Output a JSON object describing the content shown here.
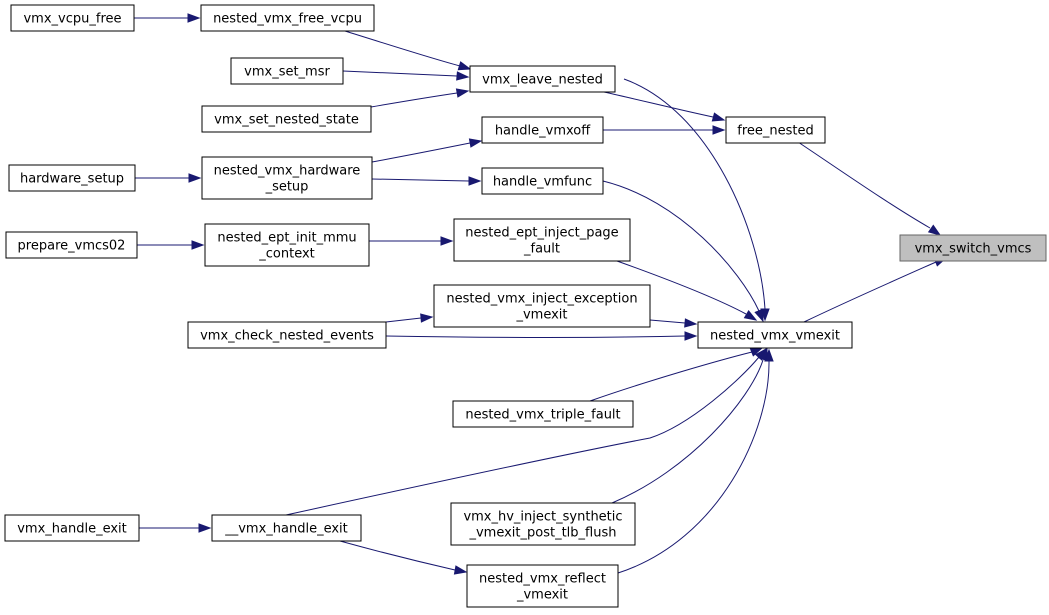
{
  "graph": {
    "colors": {
      "edge": "#191970",
      "root_fill": "#bfbfbf",
      "root_border": "#666666"
    },
    "nodes": {
      "vmx_switch_vmcs": [
        "vmx_switch_vmcs"
      ],
      "free_nested": [
        "free_nested"
      ],
      "nested_vmx_vmexit": [
        "nested_vmx_vmexit"
      ],
      "vmx_leave_nested": [
        "vmx_leave_nested"
      ],
      "handle_vmxoff": [
        "handle_vmxoff"
      ],
      "handle_vmfunc": [
        "handle_vmfunc"
      ],
      "nested_ept_inject_page_fault": [
        "nested_ept_inject_page",
        "_fault"
      ],
      "nested_vmx_inject_exception_vmexit": [
        "nested_vmx_inject_exception",
        "_vmexit"
      ],
      "vmx_check_nested_events": [
        "vmx_check_nested_events"
      ],
      "nested_vmx_triple_fault": [
        "nested_vmx_triple_fault"
      ],
      "__vmx_handle_exit": [
        "__vmx_handle_exit"
      ],
      "vmx_hv_inject_synthetic_vmexit_post_tlb_flush": [
        "vmx_hv_inject_synthetic",
        "_vmexit_post_tlb_flush"
      ],
      "nested_vmx_reflect_vmexit": [
        "nested_vmx_reflect",
        "_vmexit"
      ],
      "nested_vmx_free_vcpu": [
        "nested_vmx_free_vcpu"
      ],
      "vmx_set_msr": [
        "vmx_set_msr"
      ],
      "vmx_set_nested_state": [
        "vmx_set_nested_state"
      ],
      "nested_vmx_hardware_setup": [
        "nested_vmx_hardware",
        "_setup"
      ],
      "nested_ept_init_mmu_context": [
        "nested_ept_init_mmu",
        "_context"
      ],
      "vmx_vcpu_free": [
        "vmx_vcpu_free"
      ],
      "hardware_setup": [
        "hardware_setup"
      ],
      "prepare_vmcs02": [
        "prepare_vmcs02"
      ],
      "vmx_handle_exit": [
        "vmx_handle_exit"
      ]
    },
    "root": "vmx_switch_vmcs",
    "edges": [
      [
        "free_nested",
        "vmx_switch_vmcs"
      ],
      [
        "nested_vmx_vmexit",
        "vmx_switch_vmcs"
      ],
      [
        "vmx_leave_nested",
        "free_nested"
      ],
      [
        "handle_vmxoff",
        "free_nested"
      ],
      [
        "vmx_leave_nested",
        "nested_vmx_vmexit"
      ],
      [
        "handle_vmfunc",
        "nested_vmx_vmexit"
      ],
      [
        "nested_ept_inject_page_fault",
        "nested_vmx_vmexit"
      ],
      [
        "nested_vmx_inject_exception_vmexit",
        "nested_vmx_vmexit"
      ],
      [
        "vmx_check_nested_events",
        "nested_vmx_vmexit"
      ],
      [
        "nested_vmx_triple_fault",
        "nested_vmx_vmexit"
      ],
      [
        "__vmx_handle_exit",
        "nested_vmx_vmexit"
      ],
      [
        "vmx_hv_inject_synthetic_vmexit_post_tlb_flush",
        "nested_vmx_vmexit"
      ],
      [
        "nested_vmx_reflect_vmexit",
        "nested_vmx_vmexit"
      ],
      [
        "nested_vmx_free_vcpu",
        "vmx_leave_nested"
      ],
      [
        "vmx_set_msr",
        "vmx_leave_nested"
      ],
      [
        "vmx_set_nested_state",
        "vmx_leave_nested"
      ],
      [
        "nested_vmx_hardware_setup",
        "handle_vmxoff"
      ],
      [
        "nested_vmx_hardware_setup",
        "handle_vmfunc"
      ],
      [
        "nested_ept_init_mmu_context",
        "nested_ept_inject_page_fault"
      ],
      [
        "vmx_check_nested_events",
        "nested_vmx_inject_exception_vmexit"
      ],
      [
        "__vmx_handle_exit",
        "nested_vmx_reflect_vmexit"
      ],
      [
        "vmx_vcpu_free",
        "nested_vmx_free_vcpu"
      ],
      [
        "hardware_setup",
        "nested_vmx_hardware_setup"
      ],
      [
        "prepare_vmcs02",
        "nested_ept_init_mmu_context"
      ],
      [
        "vmx_handle_exit",
        "__vmx_handle_exit"
      ]
    ]
  }
}
